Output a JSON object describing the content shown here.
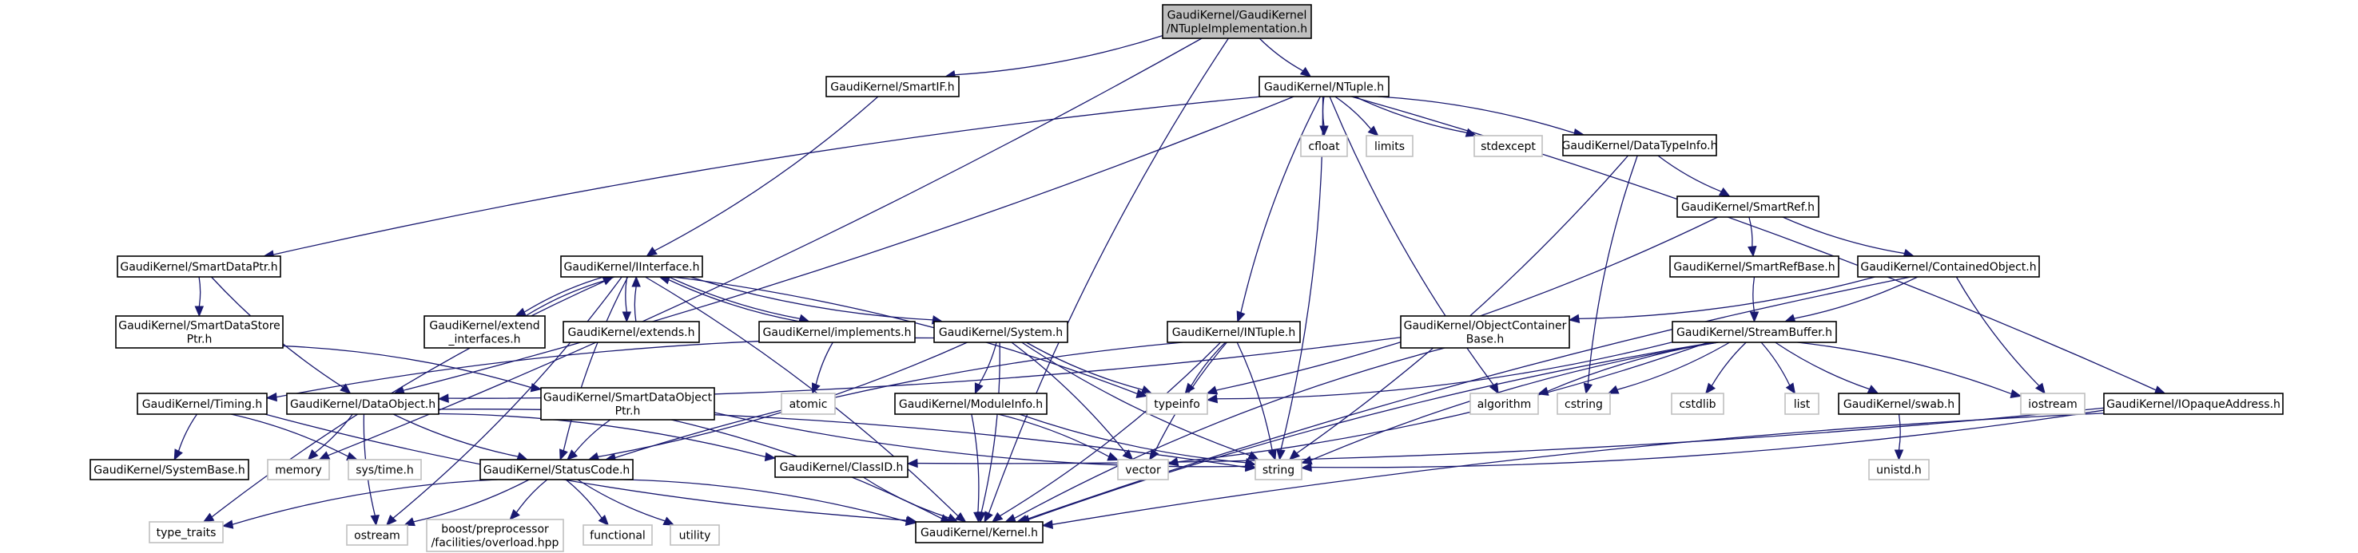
{
  "title": "GaudiKernel/GaudiKernel/NTupleImplementation.h include dependency graph",
  "colors": {
    "edge": "#191970",
    "root_fill": "#bfbfbf",
    "local_border": "#000000",
    "system_border": "#bfbfbf"
  },
  "nodes": [
    {
      "id": "root",
      "kind": "root",
      "lines": [
        "GaudiKernel/GaudiKernel",
        "/NTupleImplementation.h"
      ]
    },
    {
      "id": "smartif",
      "kind": "local",
      "lines": [
        "GaudiKernel/SmartIF.h"
      ]
    },
    {
      "id": "ntuple",
      "kind": "local",
      "lines": [
        "GaudiKernel/NTuple.h"
      ]
    },
    {
      "id": "cfloat",
      "kind": "system",
      "lines": [
        "cfloat"
      ]
    },
    {
      "id": "limits",
      "kind": "system",
      "lines": [
        "limits"
      ]
    },
    {
      "id": "stdexcept",
      "kind": "system",
      "lines": [
        "stdexcept"
      ]
    },
    {
      "id": "datatypeinfo",
      "kind": "local",
      "lines": [
        "GaudiKernel/DataTypeInfo.h"
      ]
    },
    {
      "id": "smartref",
      "kind": "local",
      "lines": [
        "GaudiKernel/SmartRef.h"
      ]
    },
    {
      "id": "smartdataptr",
      "kind": "local",
      "lines": [
        "GaudiKernel/SmartDataPtr.h"
      ]
    },
    {
      "id": "iinterface",
      "kind": "local",
      "lines": [
        "GaudiKernel/IInterface.h"
      ]
    },
    {
      "id": "smartrefbase",
      "kind": "local",
      "lines": [
        "GaudiKernel/SmartRefBase.h"
      ]
    },
    {
      "id": "containedobject",
      "kind": "local",
      "lines": [
        "GaudiKernel/ContainedObject.h"
      ]
    },
    {
      "id": "smartdatastoreptr",
      "kind": "local",
      "lines": [
        "GaudiKernel/SmartDataStore",
        "Ptr.h"
      ]
    },
    {
      "id": "extend_interfaces",
      "kind": "local",
      "lines": [
        "GaudiKernel/extend",
        "_interfaces.h"
      ]
    },
    {
      "id": "extends",
      "kind": "local",
      "lines": [
        "GaudiKernel/extends.h"
      ]
    },
    {
      "id": "implements",
      "kind": "local",
      "lines": [
        "GaudiKernel/implements.h"
      ]
    },
    {
      "id": "system",
      "kind": "local",
      "lines": [
        "GaudiKernel/System.h"
      ]
    },
    {
      "id": "intuple",
      "kind": "local",
      "lines": [
        "GaudiKernel/INTuple.h"
      ]
    },
    {
      "id": "objectcontainerbase",
      "kind": "local",
      "lines": [
        "GaudiKernel/ObjectContainer",
        "Base.h"
      ]
    },
    {
      "id": "streambuffer",
      "kind": "local",
      "lines": [
        "GaudiKernel/StreamBuffer.h"
      ]
    },
    {
      "id": "timing",
      "kind": "local",
      "lines": [
        "GaudiKernel/Timing.h"
      ]
    },
    {
      "id": "dataobject",
      "kind": "local",
      "lines": [
        "GaudiKernel/DataObject.h"
      ]
    },
    {
      "id": "smartdataobjectptr",
      "kind": "local",
      "lines": [
        "GaudiKernel/SmartDataObject",
        "Ptr.h"
      ]
    },
    {
      "id": "atomic",
      "kind": "system",
      "lines": [
        "atomic"
      ]
    },
    {
      "id": "moduleinfo",
      "kind": "local",
      "lines": [
        "GaudiKernel/ModuleInfo.h"
      ]
    },
    {
      "id": "typeinfo",
      "kind": "system",
      "lines": [
        "typeinfo"
      ]
    },
    {
      "id": "algorithm",
      "kind": "system",
      "lines": [
        "algorithm"
      ]
    },
    {
      "id": "cstring",
      "kind": "system",
      "lines": [
        "cstring"
      ]
    },
    {
      "id": "cstdlib",
      "kind": "system",
      "lines": [
        "cstdlib"
      ]
    },
    {
      "id": "list",
      "kind": "system",
      "lines": [
        "list"
      ]
    },
    {
      "id": "swab",
      "kind": "local",
      "lines": [
        "GaudiKernel/swab.h"
      ]
    },
    {
      "id": "iostream",
      "kind": "system",
      "lines": [
        "iostream"
      ]
    },
    {
      "id": "iopaqueaddress",
      "kind": "local",
      "lines": [
        "GaudiKernel/IOpaqueAddress.h"
      ]
    },
    {
      "id": "systembase",
      "kind": "local",
      "lines": [
        "GaudiKernel/SystemBase.h"
      ]
    },
    {
      "id": "memory",
      "kind": "system",
      "lines": [
        "memory"
      ]
    },
    {
      "id": "systime",
      "kind": "system",
      "lines": [
        "sys/time.h"
      ]
    },
    {
      "id": "statuscode",
      "kind": "local",
      "lines": [
        "GaudiKernel/StatusCode.h"
      ]
    },
    {
      "id": "classid",
      "kind": "local",
      "lines": [
        "GaudiKernel/ClassID.h"
      ]
    },
    {
      "id": "vector",
      "kind": "system",
      "lines": [
        "vector"
      ]
    },
    {
      "id": "string",
      "kind": "system",
      "lines": [
        "string"
      ]
    },
    {
      "id": "unistd",
      "kind": "system",
      "lines": [
        "unistd.h"
      ]
    },
    {
      "id": "type_traits",
      "kind": "system",
      "lines": [
        "type_traits"
      ]
    },
    {
      "id": "ostream",
      "kind": "system",
      "lines": [
        "ostream"
      ]
    },
    {
      "id": "boost_overload",
      "kind": "system",
      "lines": [
        "boost/preprocessor",
        "/facilities/overload.hpp"
      ]
    },
    {
      "id": "functional",
      "kind": "system",
      "lines": [
        "functional"
      ]
    },
    {
      "id": "utility",
      "kind": "system",
      "lines": [
        "utility"
      ]
    },
    {
      "id": "kernel",
      "kind": "local",
      "lines": [
        "GaudiKernel/Kernel.h"
      ]
    }
  ],
  "edges": [
    [
      "root",
      "smartif"
    ],
    [
      "root",
      "ntuple"
    ],
    [
      "root",
      "memory"
    ],
    [
      "root",
      "kernel"
    ],
    [
      "smartif",
      "iinterface"
    ],
    [
      "ntuple",
      "cfloat"
    ],
    [
      "ntuple",
      "limits"
    ],
    [
      "ntuple",
      "stdexcept"
    ],
    [
      "ntuple",
      "datatypeinfo"
    ],
    [
      "ntuple",
      "smartdataptr"
    ],
    [
      "ntuple",
      "dataobject"
    ],
    [
      "ntuple",
      "intuple"
    ],
    [
      "ntuple",
      "string"
    ],
    [
      "ntuple",
      "algorithm"
    ],
    [
      "ntuple",
      "iopaqueaddress"
    ],
    [
      "datatypeinfo",
      "smartref"
    ],
    [
      "datatypeinfo",
      "string"
    ],
    [
      "datatypeinfo",
      "cstring"
    ],
    [
      "smartref",
      "smartrefbase"
    ],
    [
      "smartref",
      "containedobject"
    ],
    [
      "smartref",
      "typeinfo"
    ],
    [
      "smartrefbase",
      "streambuffer"
    ],
    [
      "containedobject",
      "streambuffer"
    ],
    [
      "containedobject",
      "iostream"
    ],
    [
      "containedobject",
      "objectcontainerbase"
    ],
    [
      "containedobject",
      "kernel"
    ],
    [
      "smartdataptr",
      "smartdatastoreptr"
    ],
    [
      "smartdataptr",
      "dataobject"
    ],
    [
      "smartdatastoreptr",
      "smartdataobjectptr"
    ],
    [
      "iinterface",
      "extend_interfaces"
    ],
    [
      "extend_interfaces",
      "iinterface"
    ],
    [
      "iinterface",
      "extends"
    ],
    [
      "extends",
      "iinterface"
    ],
    [
      "iinterface",
      "implements"
    ],
    [
      "implements",
      "iinterface"
    ],
    [
      "iinterface",
      "system"
    ],
    [
      "iinterface",
      "typeinfo"
    ],
    [
      "iinterface",
      "statuscode"
    ],
    [
      "iinterface",
      "kernel"
    ],
    [
      "iinterface",
      "type_traits"
    ],
    [
      "iinterface",
      "ostream"
    ],
    [
      "implements",
      "atomic"
    ],
    [
      "system",
      "moduleinfo"
    ],
    [
      "system",
      "typeinfo"
    ],
    [
      "system",
      "vector"
    ],
    [
      "system",
      "string"
    ],
    [
      "system",
      "kernel"
    ],
    [
      "system",
      "timing"
    ],
    [
      "system",
      "statuscode"
    ],
    [
      "intuple",
      "typeinfo"
    ],
    [
      "intuple",
      "string"
    ],
    [
      "intuple",
      "vector"
    ],
    [
      "intuple",
      "kernel"
    ],
    [
      "intuple",
      "statuscode"
    ],
    [
      "objectcontainerbase",
      "dataobject"
    ],
    [
      "objectcontainerbase",
      "kernel"
    ],
    [
      "streambuffer",
      "typeinfo"
    ],
    [
      "streambuffer",
      "algorithm"
    ],
    [
      "streambuffer",
      "cstring"
    ],
    [
      "streambuffer",
      "cstdlib"
    ],
    [
      "streambuffer",
      "list"
    ],
    [
      "streambuffer",
      "swab"
    ],
    [
      "streambuffer",
      "iostream"
    ],
    [
      "streambuffer",
      "string"
    ],
    [
      "streambuffer",
      "vector"
    ],
    [
      "streambuffer",
      "kernel"
    ],
    [
      "swab",
      "unistd"
    ],
    [
      "timing",
      "systembase"
    ],
    [
      "timing",
      "systime"
    ],
    [
      "timing",
      "kernel"
    ],
    [
      "dataobject",
      "memory"
    ],
    [
      "dataobject",
      "statuscode"
    ],
    [
      "dataobject",
      "classid"
    ],
    [
      "dataobject",
      "ostream"
    ],
    [
      "dataobject",
      "string"
    ],
    [
      "smartdataobjectptr",
      "statuscode"
    ],
    [
      "smartdataobjectptr",
      "kernel"
    ],
    [
      "smartdataobjectptr",
      "string"
    ],
    [
      "moduleinfo",
      "kernel"
    ],
    [
      "moduleinfo",
      "string"
    ],
    [
      "moduleinfo",
      "vector"
    ],
    [
      "statuscode",
      "type_traits"
    ],
    [
      "statuscode",
      "ostream"
    ],
    [
      "statuscode",
      "boost_overload"
    ],
    [
      "statuscode",
      "functional"
    ],
    [
      "statuscode",
      "utility"
    ],
    [
      "statuscode",
      "kernel"
    ],
    [
      "classid",
      "kernel"
    ],
    [
      "iopaqueaddress",
      "string"
    ],
    [
      "iopaqueaddress",
      "kernel"
    ],
    [
      "iopaqueaddress",
      "classid"
    ]
  ]
}
